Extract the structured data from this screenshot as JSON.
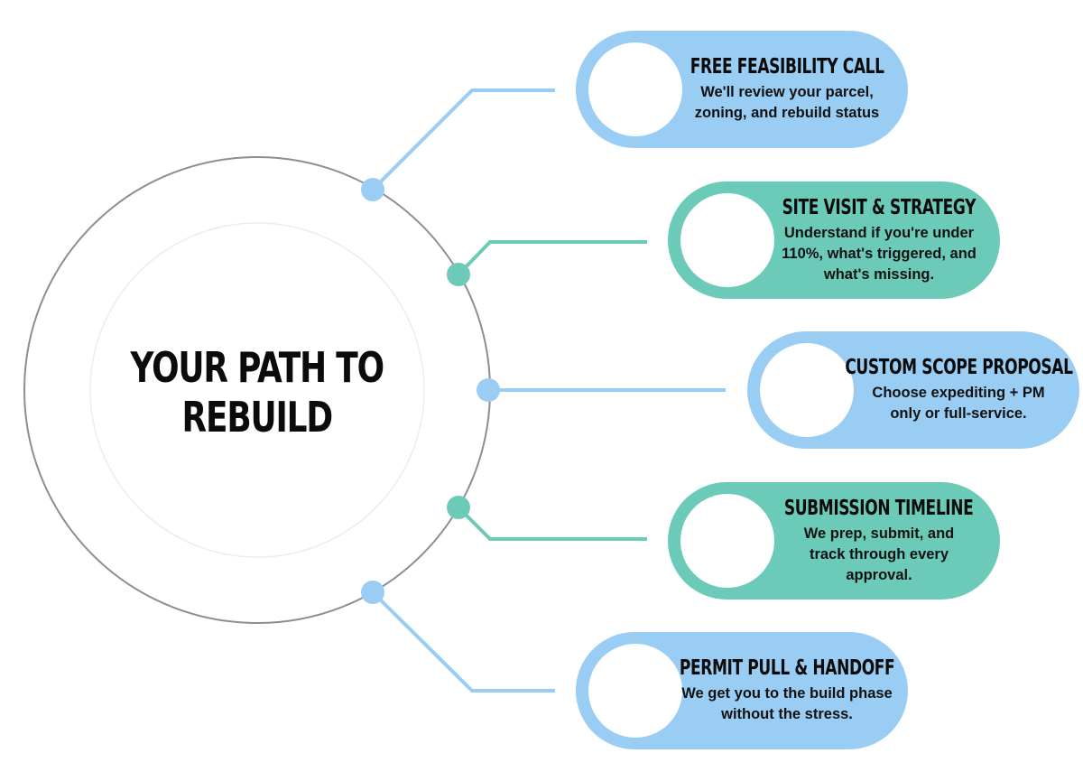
{
  "center": {
    "title": "YOUR PATH TO REBUILD"
  },
  "colors": {
    "blue": "#99cdf3",
    "teal": "#6ccbb8",
    "ring": "#8a8f96"
  },
  "steps": [
    {
      "title": "FREE FEASIBILITY CALL",
      "description": "We'll review your parcel, zoning, and rebuild status",
      "color": "blue"
    },
    {
      "title": "SITE VISIT & STRATEGY",
      "description": "Understand if you're under 110%, what's triggered, and what's missing.",
      "color": "teal"
    },
    {
      "title": "CUSTOM SCOPE PROPOSAL",
      "description": "Choose expediting + PM only or full-service.",
      "color": "blue"
    },
    {
      "title": "SUBMISSION TIMELINE",
      "description": "We prep, submit, and track through every approval.",
      "color": "teal"
    },
    {
      "title": "PERMIT PULL & HANDOFF",
      "description": "We get you to the build phase without the stress.",
      "color": "blue"
    }
  ]
}
